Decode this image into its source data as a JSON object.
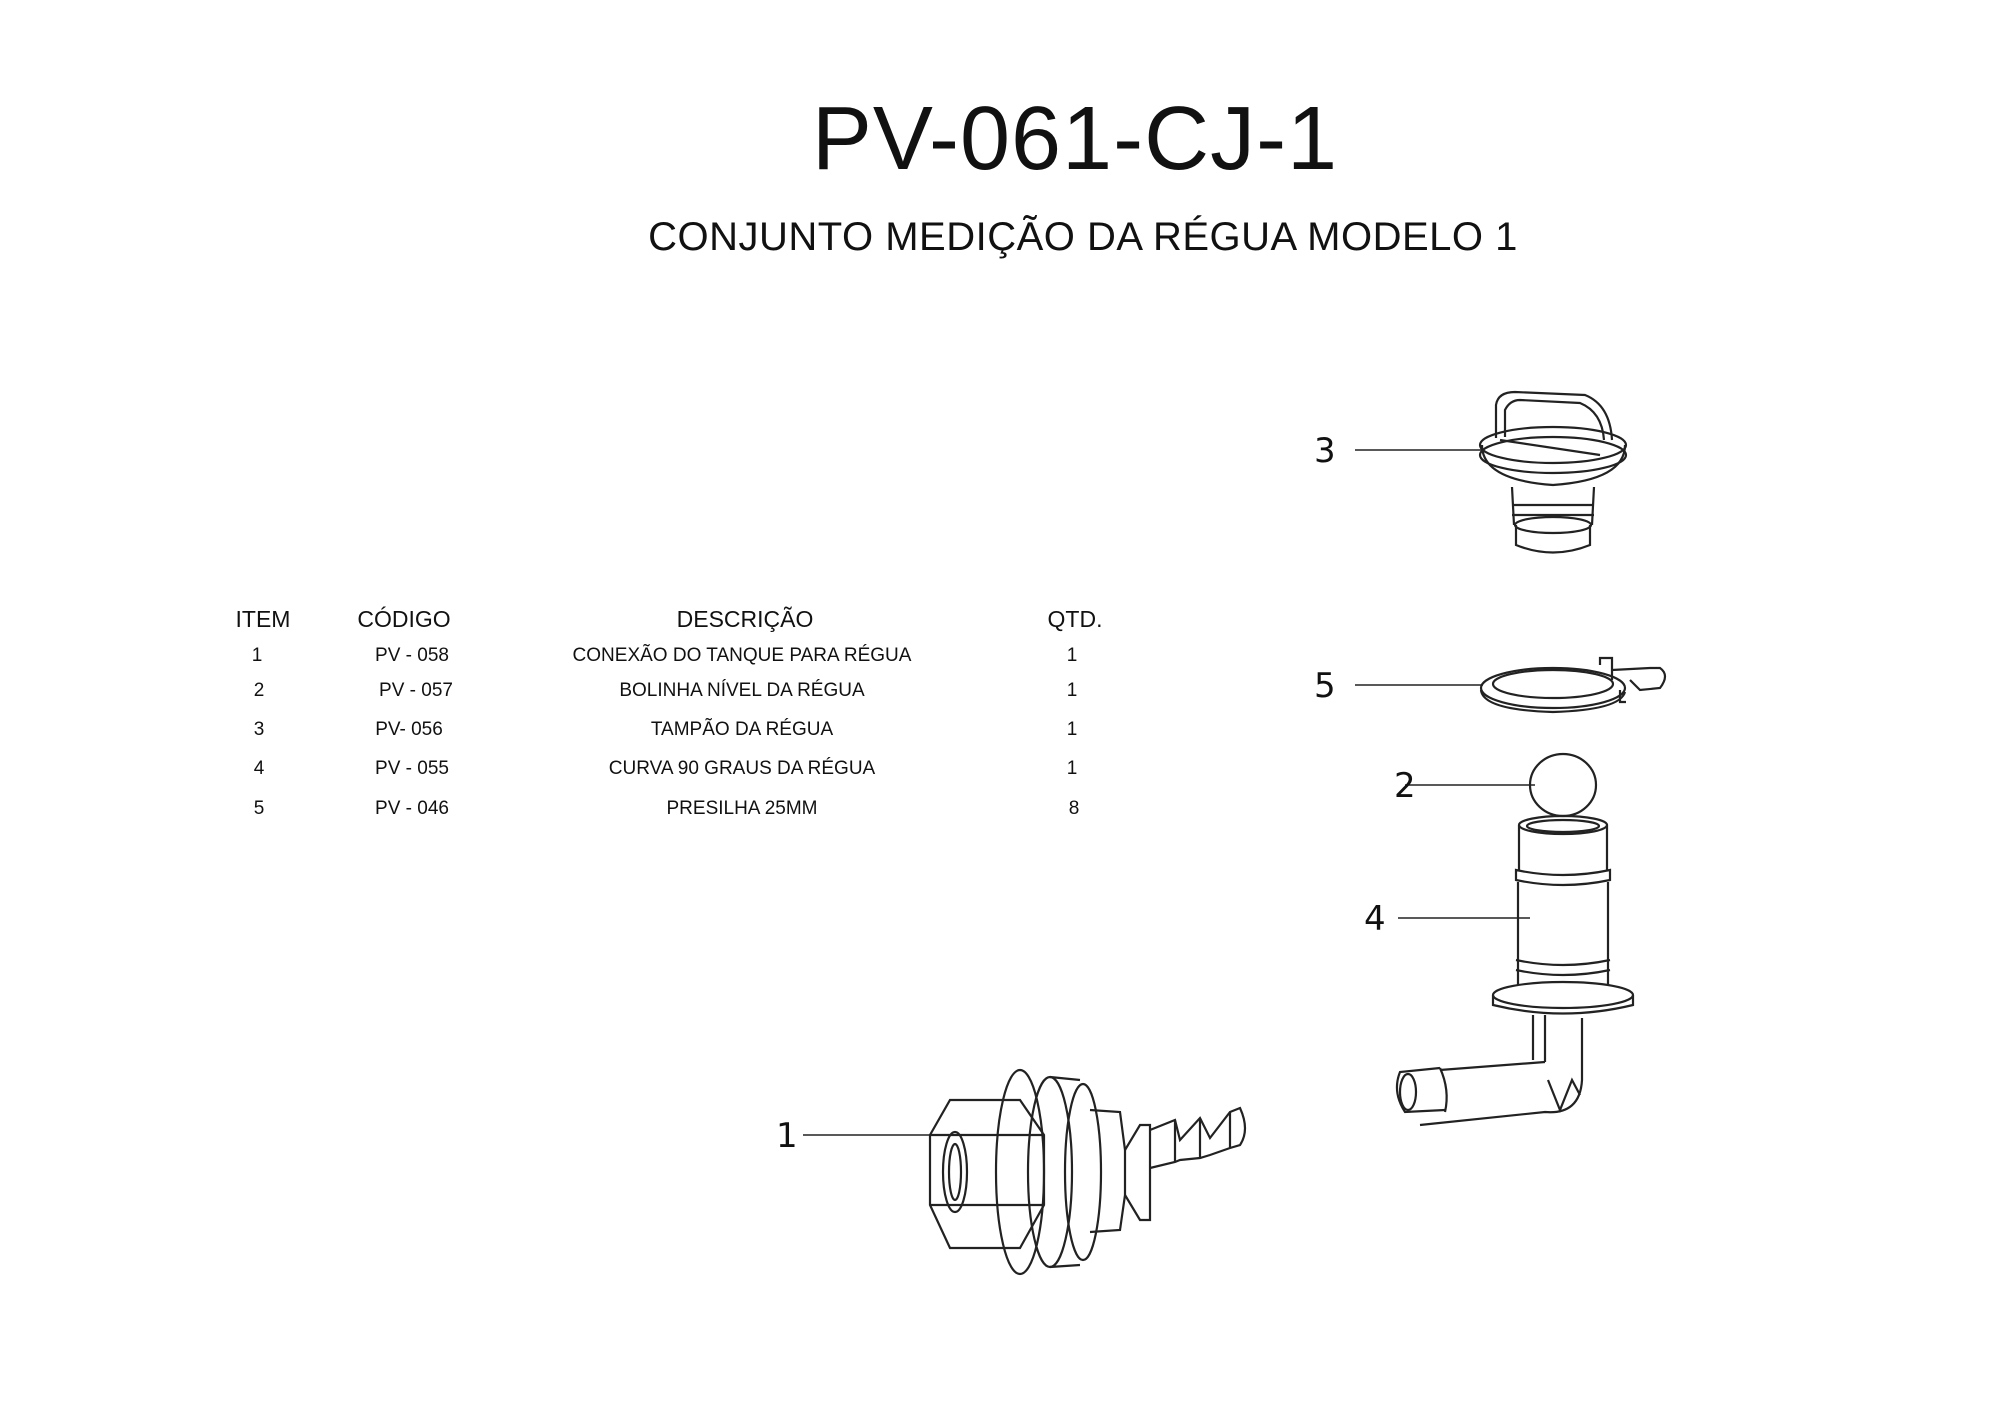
{
  "header": {
    "code": "PV-061-CJ-1",
    "description": "CONJUNTO MEDIÇÃO DA RÉGUA MODELO 1"
  },
  "table": {
    "columns": [
      "ITEM",
      "CÓDIGO",
      "DESCRIÇÃO",
      "QTD."
    ],
    "rows": [
      {
        "item": "1",
        "code": "PV - 058",
        "description": "CONEXÃO DO TANQUE PARA RÉGUA",
        "qty": "1"
      },
      {
        "item": "2",
        "code": "PV - 057",
        "description": "BOLINHA NÍVEL DA RÉGUA",
        "qty": "1"
      },
      {
        "item": "3",
        "code": "PV- 056",
        "description": "TAMPÃO DA RÉGUA",
        "qty": "1"
      },
      {
        "item": "4",
        "code": "PV - 055",
        "description": "CURVA 90 GRAUS DA RÉGUA",
        "qty": "1"
      },
      {
        "item": "5",
        "code": "PV - 046",
        "description": "PRESILHA 25MM",
        "qty": "8"
      }
    ]
  },
  "callouts": [
    "1",
    "2",
    "3",
    "4",
    "5"
  ]
}
